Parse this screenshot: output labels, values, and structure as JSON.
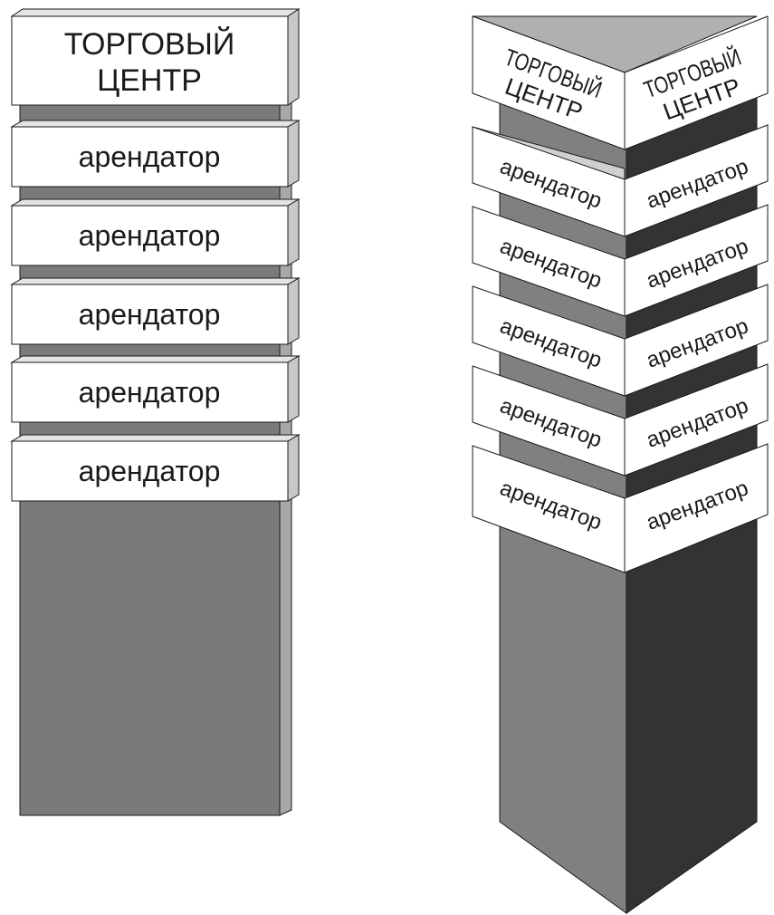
{
  "flat_sign": {
    "header_line1": "ТОРГОВЫЙ",
    "header_line2": "ЦЕНТР",
    "tenants": [
      "арендатор",
      "арендатор",
      "арендатор",
      "арендатор",
      "арендатор"
    ]
  },
  "prism_sign": {
    "left_face": {
      "header_line1": "ТОРГОВЫЙ",
      "header_line2": "ЦЕНТР",
      "tenants": [
        "арендатор",
        "арендатор",
        "арендатор",
        "арендатор",
        "арендатор"
      ]
    },
    "right_face": {
      "header_line1": "ТОРГОВЫЙ",
      "header_line2": "ЦЕНТР",
      "tenants": [
        "арендатор",
        "арендатор",
        "арендатор",
        "арендатор",
        "арендатор"
      ]
    }
  },
  "colors": {
    "panel_face": "#ffffff",
    "panel_edge": "#c8c8c8",
    "outline": "#1a1a1a",
    "pylon_front": "#7a7a7a",
    "pylon_side": "#a8a8a8",
    "prism_left": "#808080",
    "prism_right": "#333333",
    "prism_top": "#b0b0b0"
  }
}
